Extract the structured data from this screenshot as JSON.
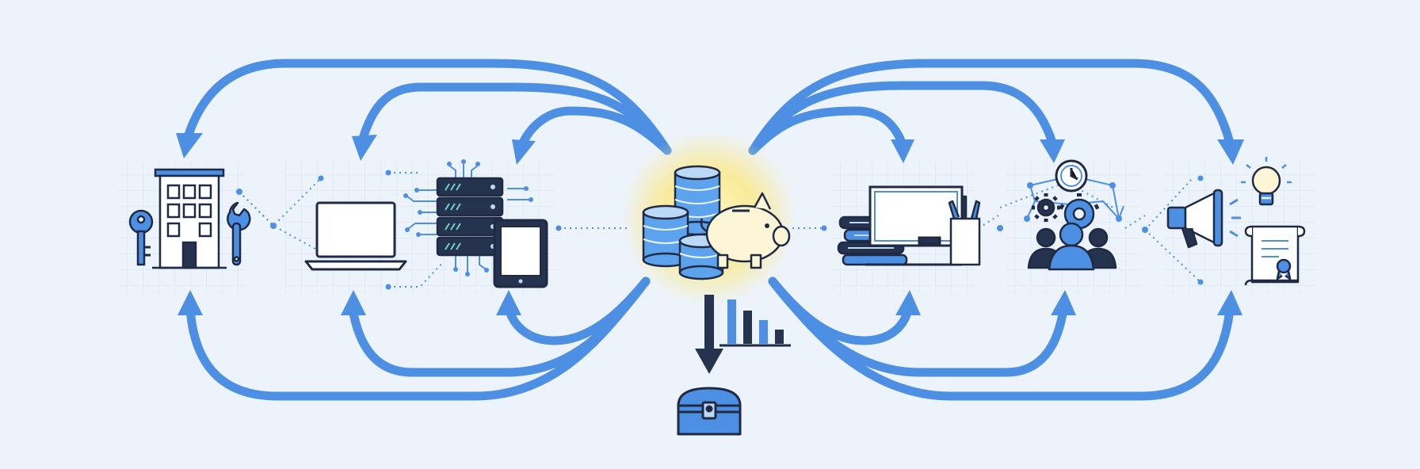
{
  "diagram": {
    "style": "flat line-art infographic, no text labels",
    "center_hub": {
      "icons": [
        "coin-stacks-icon",
        "piggy-bank-icon"
      ],
      "glow_color": "#fbe98a"
    },
    "outflow": {
      "icons": [
        "bar-chart-icon",
        "down-arrow-icon",
        "treasure-chest-icon"
      ]
    },
    "left_nodes": [
      {
        "id": "facilities",
        "icons": [
          "key-icon",
          "office-building-icon",
          "wrench-icon"
        ]
      },
      {
        "id": "it-hardware",
        "icons": [
          "laptop-icon",
          "server-rack-icon",
          "tablet-icon"
        ]
      }
    ],
    "right_nodes": [
      {
        "id": "training",
        "icons": [
          "books-icon",
          "whiteboard-icon",
          "pencil-cup-icon"
        ]
      },
      {
        "id": "staff",
        "icons": [
          "clock-icon",
          "gears-icon",
          "people-group-icon"
        ]
      },
      {
        "id": "marketing-legal",
        "icons": [
          "megaphone-icon",
          "lightbulb-icon",
          "certificate-icon"
        ]
      }
    ],
    "colors": {
      "background": "#edf3fa",
      "arrow": "#4d8fe3",
      "icon_stroke": "#1f2a44",
      "icon_accent": "#4d8fe3",
      "icon_light": "#bcd8f7",
      "grid": "#d3deee",
      "coin_fill": "#5da2ec",
      "piggy_fill": "#fdf6d6"
    }
  }
}
